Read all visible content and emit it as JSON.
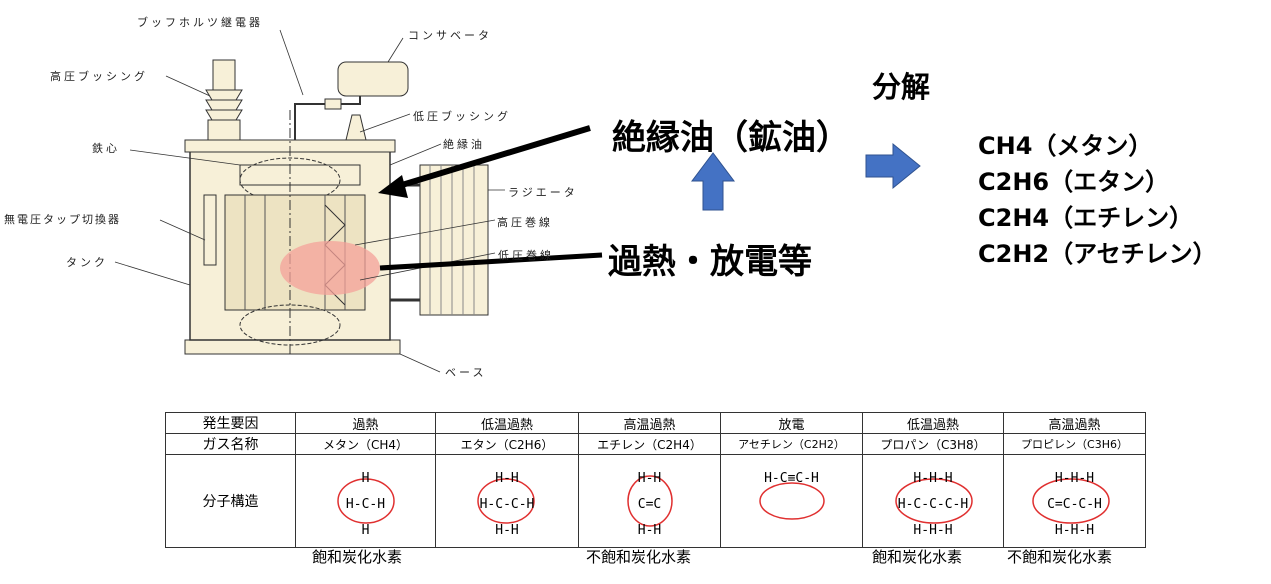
{
  "transformer_labels": {
    "buchholz": "ブッフホルツ継電器",
    "conservator": "コンサベータ",
    "hv_bushing": "高圧ブッシング",
    "lv_bushing": "低圧ブッシング",
    "core": "鉄心",
    "insulating_oil_small": "絶縁油",
    "radiator": "ラジエータ",
    "tap_changer": "無電圧タップ切換器",
    "hv_winding": "高圧巻線",
    "tank": "タンク",
    "lv_winding": "低圧巻線",
    "base": "ベース"
  },
  "callouts": {
    "oil": "絶縁油（鉱油）",
    "overheat": "過熱・放電等",
    "decompose": "分解"
  },
  "gases": [
    "CH4（メタン）",
    "C2H6（エタン）",
    "C2H4（エチレン）",
    "C2H2（アセチレン）"
  ],
  "table": {
    "row_labels": [
      "発生要因",
      "ガス名称",
      "分子構造"
    ],
    "causes": [
      "過熱",
      "低温過熱",
      "高温過熱",
      "放電",
      "低温過熱",
      "高温過熱"
    ],
    "names": [
      "メタン（CH4）",
      "エタン（C2H6）",
      "エチレン（C2H4）",
      "アセチレン（C2H2）",
      "プロパン（C3H8）",
      "プロピレン（C3H6）"
    ],
    "structures": [
      [
        "H",
        "H-C-H",
        "H"
      ],
      [
        "H-H",
        "H-C-C-H",
        "H-H"
      ],
      [
        "H-H",
        "C=C",
        "H-H"
      ],
      [
        "",
        "H-C≡C-H",
        ""
      ],
      [
        "H-H-H",
        "H-C-C-C-H",
        "H-H-H"
      ],
      [
        "H-H-H",
        "C=C-C-H",
        "H-H-H"
      ]
    ]
  },
  "footnotes": {
    "saturated_1": "飽和炭化水素",
    "unsaturated_1": "不飽和炭化水素",
    "saturated_2": "飽和炭化水素",
    "unsaturated_2": "不飽和炭化水素"
  },
  "colors": {
    "arrow_blue": "#4472c4",
    "heat_zone": "#f4a19a",
    "tank_fill": "#f7f0d8",
    "molecule_ring": "#e03030"
  }
}
